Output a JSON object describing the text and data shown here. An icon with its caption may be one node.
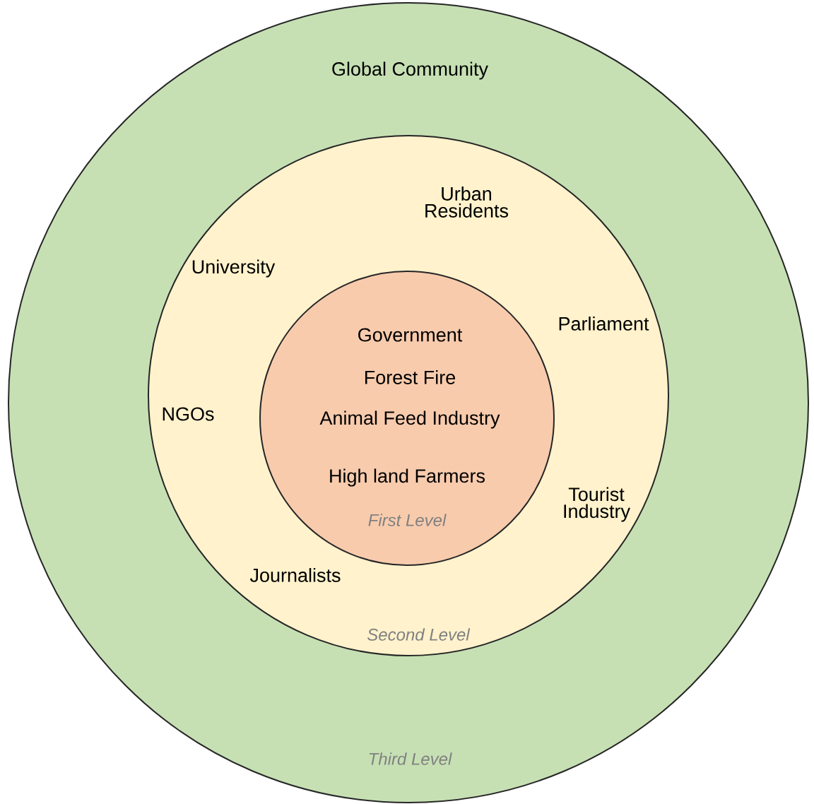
{
  "diagram": {
    "nodes": [
      {
        "text": [
          "Global Community",
          "Third Level"
        ]
      },
      {
        "text": [
          "Urban Residents",
          "University",
          "Parliament",
          "NGOs",
          "Tourist Industry",
          "Journalists",
          "Second Level"
        ],
        "in": 0
      },
      {
        "text": [
          "Government",
          "Forest Fire",
          "Animal Feed Industry",
          "High land Farmers",
          "First Level"
        ],
        "in": 1
      }
    ]
  }
}
